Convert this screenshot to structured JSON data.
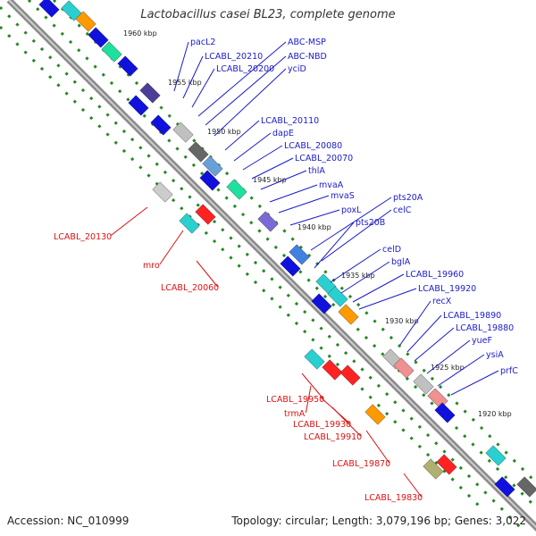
{
  "title": "Lactobacillus casei BL23, complete genome",
  "footer": {
    "accession": "Accession: NC_010999",
    "summary": "Topology: circular; Length: 3,079,196 bp; Genes: 3,022"
  },
  "colors": {
    "backbone": "#8a8a8a",
    "forward_label": "#1a1acc",
    "reverse_label": "#dd1111",
    "dotted_track": "#228822"
  },
  "kbp_ticks": [
    "1960 kbp",
    "1955 kbp",
    "1950 kbp",
    "1945 kbp",
    "1940 kbp",
    "1935 kbp",
    "1930 kbp",
    "1925 kbp",
    "1920 kbp"
  ],
  "forward_genes": [
    "pacL2",
    "LCABL_20210",
    "LCABL_20200",
    "ABC-MSP",
    "ABC-NBD",
    "yciD",
    "LCABL_20110",
    "dapE",
    "LCABL_20080",
    "LCABL_20070",
    "thlA",
    "mvaA",
    "mvaS",
    "poxL",
    "pts20A",
    "celC",
    "pts20B",
    "celD",
    "bglA",
    "LCABL_19960",
    "LCABL_19920",
    "recX",
    "LCABL_19890",
    "LCABL_19880",
    "yueF",
    "ysiA",
    "prfC"
  ],
  "reverse_genes": [
    "LCABL_20130",
    "mro",
    "LCABL_20060",
    "LCABL_19950",
    "trmA",
    "LCABL_19930",
    "LCABL_19910",
    "LCABL_19870",
    "LCABL_19830"
  ]
}
